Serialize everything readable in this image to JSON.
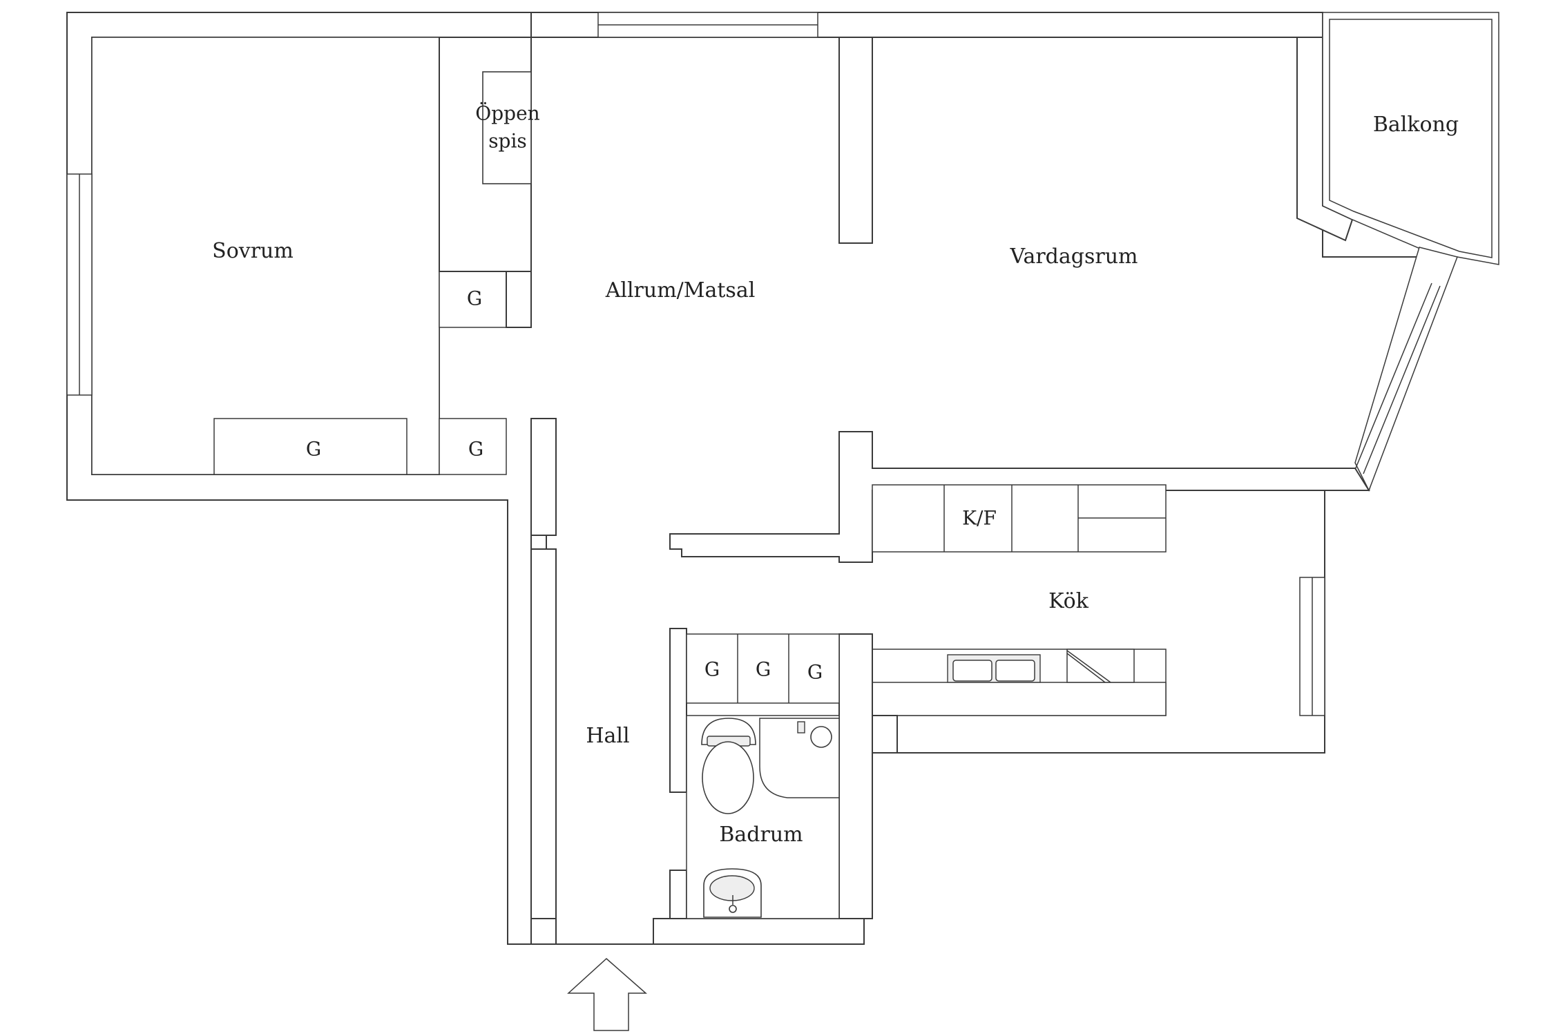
{
  "rooms": {
    "sovrum": "Sovrum",
    "oppen_spis_line1": "Öppen",
    "oppen_spis_line2": "spis",
    "allrum": "Allrum/Matsal",
    "vardagsrum": "Vardagsrum",
    "balkong": "Balkong",
    "kok": "Kök",
    "hall": "Hall",
    "badrum": "Badrum"
  },
  "fixtures": {
    "wardrobe": "G",
    "fridge_freezer": "K/F"
  },
  "entrance": {
    "icon": "up-arrow-icon"
  }
}
